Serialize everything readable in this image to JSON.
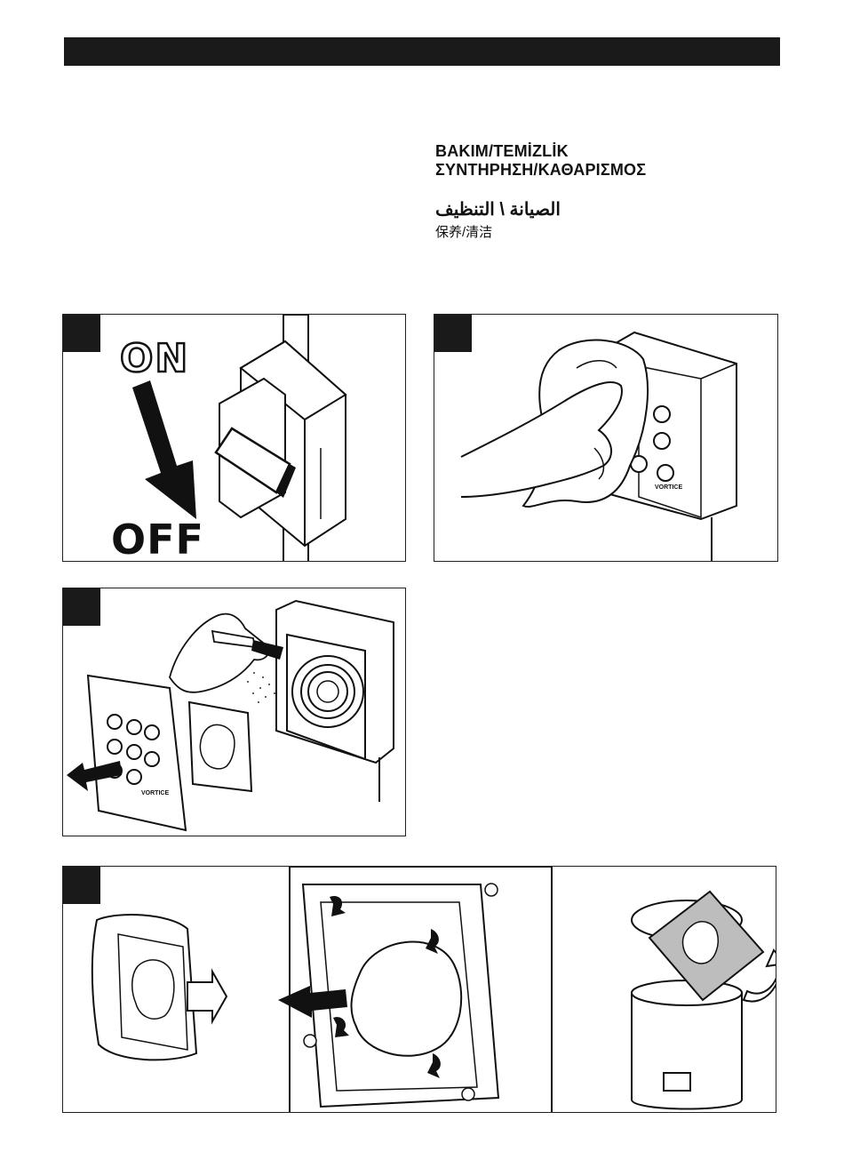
{
  "header": {
    "title_tr": "BAKIM/TEMİZLİK",
    "title_el": "ΣΥΝΤΗΡΗΣΗ/ΚΑΘΑΡΙΣΜΟΣ",
    "title_ar": "الصيانة \\ التنظيف",
    "title_zh": "保养/清洁"
  },
  "step1": {
    "on_label": "ON",
    "off_label": "OFF"
  },
  "icons": [
    "switch-icon",
    "down-arrow-icon",
    "hand-cloth-icon",
    "fan-icon",
    "brush-icon",
    "filter-icon",
    "bin-icon",
    "arrow-right-icon"
  ],
  "colors": {
    "ink": "#111111",
    "bar": "#1a1a1a",
    "paper": "#ffffff",
    "grey_fill": "#bdbdbd"
  }
}
